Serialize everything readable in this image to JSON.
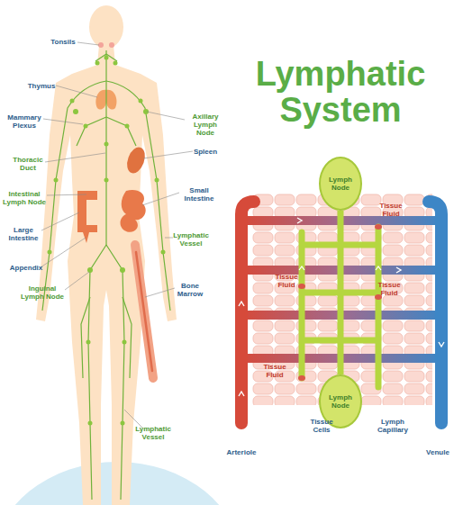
{
  "diagram": {
    "title": "Lymphatic System",
    "nodes": [
      {
        "text": [
          "Lymph Node"
        ]
      },
      {
        "text": [
          "Lymph Node"
        ]
      }
    ],
    "edges": [
      {
        "from": 1,
        "to": 0,
        "arrow": "none"
      }
    ],
    "labels": [
      "Tonsils",
      "Thymus",
      "Mammary Plexus",
      "Axillary Lymph Node",
      "Thoracic Duct",
      "Spleen",
      "Intestinal Lymph Node",
      "Small Intestine",
      "Large Intestine",
      "Appendix",
      "Lymphatic Vessel",
      "Inguinal Lymph Node",
      "Bone Marrow",
      "Lymphatic Vessel",
      "Tissue Fluid",
      "Tissue Fluid",
      "Tissue Fluid",
      "Tissue Fluid",
      "Tissue Cells",
      "Lymph Capillary",
      "Arteriole",
      "Venule"
    ]
  }
}
